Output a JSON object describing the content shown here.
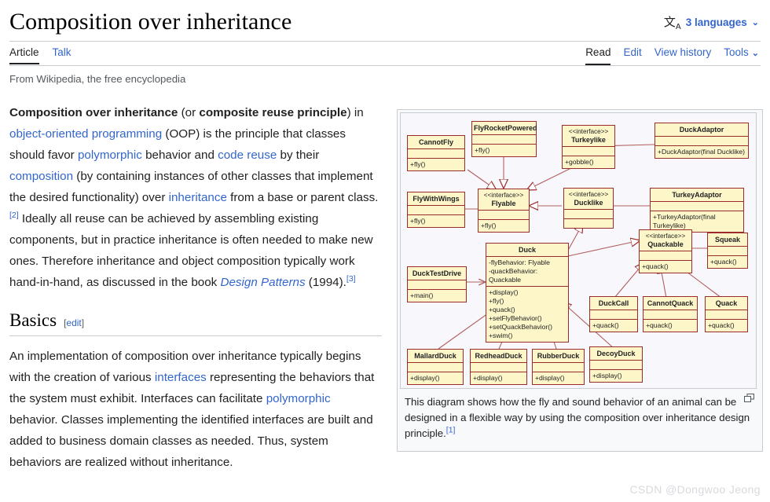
{
  "header": {
    "title": "Composition over inheritance",
    "language_icon": "language-icon",
    "language_label": "3 languages",
    "caret": "⌄",
    "tabs_left": [
      {
        "label": "Article",
        "selected": true
      },
      {
        "label": "Talk",
        "selected": false
      }
    ],
    "tabs_right": [
      {
        "label": "Read",
        "selected": true
      },
      {
        "label": "Edit",
        "selected": false
      },
      {
        "label": "View history",
        "selected": false
      },
      {
        "label": "Tools",
        "selected": false
      }
    ],
    "site_info": "From Wikipedia, the free encyclopedia"
  },
  "article": {
    "lead": {
      "t1": "Composition over inheritance",
      "t2": " (or ",
      "t3": "composite reuse principle",
      "t4": ") in ",
      "l1": "object-oriented programming",
      "t5": " (OOP) is the principle that classes should favor ",
      "l2": "polymorphic",
      "t6": " behavior and ",
      "l3": "code reuse",
      "t7": " by their ",
      "l4": "composition",
      "t8": " (by containing instances of other classes that implement the desired functionality) over ",
      "l5": "inheritance",
      "t9": " from a base or parent class.",
      "ref2": "[2]",
      "t10": " Ideally all reuse can be achieved by assembling existing components, but in practice inheritance is often needed to make new ones. Therefore inheritance and object composition typically work hand-in-hand, as discussed in the book ",
      "l6": "Design Patterns",
      "t11": " (1994).",
      "ref3": "[3]"
    },
    "section": {
      "heading": "Basics",
      "edit_open": "[",
      "edit_label": "edit",
      "edit_close": "]"
    },
    "basics": {
      "t1": "An implementation of composition over inheritance typically begins with the creation of various ",
      "l1": "interfaces",
      "t2": " representing the behaviors that the system must exhibit. Interfaces can facilitate ",
      "l2": "polymorphic",
      "t3": " behavior. Classes implementing the identified interfaces are built and added to business domain classes as needed. Thus, system behaviors are realized without inheritance."
    }
  },
  "figure": {
    "caption_t1": "This diagram shows how the fly and sound behavior of an animal can be designed in a flexible way by using the composition over inheritance design principle.",
    "caption_ref": "[1]",
    "enlarge_icon": "enlarge-icon",
    "colors": {
      "class_fill": "#fcf6c9",
      "class_border": "#9c2b2b",
      "diagram_bg": "#f8f8fc",
      "link_color": "#b25f5f"
    },
    "uml": {
      "type": "class-diagram",
      "classes": [
        {
          "id": "CannotFly",
          "name": "CannotFly",
          "stereotype": "",
          "attrs": [],
          "methods": [
            "+fly()"
          ]
        },
        {
          "id": "FlyRocketPowered",
          "name": "FlyRocketPowered",
          "stereotype": "",
          "attrs": [],
          "methods": [
            "+fly()"
          ]
        },
        {
          "id": "Turkeylike",
          "name": "Turkeylike",
          "stereotype": "<<interface>>",
          "attrs": [],
          "methods": [
            "+gobble()"
          ]
        },
        {
          "id": "DuckAdaptor",
          "name": "DuckAdaptor",
          "stereotype": "",
          "attrs": [],
          "methods": [
            "+DuckAdaptor(final Ducklike)"
          ]
        },
        {
          "id": "FlyWithWings",
          "name": "FlyWithWings",
          "stereotype": "",
          "attrs": [],
          "methods": [
            "+fly()"
          ]
        },
        {
          "id": "Flyable",
          "name": "Flyable",
          "stereotype": "<<interface>>",
          "attrs": [],
          "methods": [
            "+fly()"
          ]
        },
        {
          "id": "Ducklike",
          "name": "Ducklike",
          "stereotype": "<<interface>>",
          "attrs": [],
          "methods": []
        },
        {
          "id": "TurkeyAdaptor",
          "name": "TurkeyAdaptor",
          "stereotype": "",
          "attrs": [],
          "methods": [
            "+TurkeyAdaptor(final Turkeylike)"
          ]
        },
        {
          "id": "Quackable",
          "name": "Quackable",
          "stereotype": "<<interface>>",
          "attrs": [],
          "methods": [
            "+quack()"
          ]
        },
        {
          "id": "Squeak",
          "name": "Squeak",
          "stereotype": "",
          "attrs": [],
          "methods": [
            "+quack()"
          ]
        },
        {
          "id": "DuckTestDrive",
          "name": "DuckTestDrive",
          "stereotype": "",
          "attrs": [],
          "methods": [
            "+main()"
          ]
        },
        {
          "id": "Duck",
          "name": "Duck",
          "stereotype": "",
          "attrs": [
            "-flyBehavior: Flyable",
            "-quackBehavior: Quackable"
          ],
          "methods": [
            "+display()",
            "+fly()",
            "+quack()",
            "+setFlyBehavior()",
            "+setQuackBehavior()",
            "+swim()"
          ]
        },
        {
          "id": "DuckCall",
          "name": "DuckCall",
          "stereotype": "",
          "attrs": [],
          "methods": [
            "+quack()"
          ]
        },
        {
          "id": "CannotQuack",
          "name": "CannotQuack",
          "stereotype": "",
          "attrs": [],
          "methods": [
            "+quack()"
          ]
        },
        {
          "id": "Quack",
          "name": "Quack",
          "stereotype": "",
          "attrs": [],
          "methods": [
            "+quack()"
          ]
        },
        {
          "id": "MallardDuck",
          "name": "MallardDuck",
          "stereotype": "",
          "attrs": [],
          "methods": [
            "+display()"
          ]
        },
        {
          "id": "RedheadDuck",
          "name": "RedheadDuck",
          "stereotype": "",
          "attrs": [],
          "methods": [
            "+display()"
          ]
        },
        {
          "id": "RubberDuck",
          "name": "RubberDuck",
          "stereotype": "",
          "attrs": [],
          "methods": [
            "+display()"
          ]
        },
        {
          "id": "DecoyDuck",
          "name": "DecoyDuck",
          "stereotype": "",
          "attrs": [],
          "methods": [
            "+display()"
          ]
        }
      ],
      "relations": [
        {
          "from": "CannotFly",
          "to": "Flyable",
          "kind": "realization"
        },
        {
          "from": "FlyRocketPowered",
          "to": "Flyable",
          "kind": "realization"
        },
        {
          "from": "FlyWithWings",
          "to": "Flyable",
          "kind": "realization"
        },
        {
          "from": "Duck",
          "to": "Flyable",
          "kind": "realization"
        },
        {
          "from": "DuckAdaptor",
          "to": "Turkeylike",
          "kind": "realization"
        },
        {
          "from": "TurkeyAdaptor",
          "to": "Ducklike",
          "kind": "realization"
        },
        {
          "from": "Duck",
          "to": "Ducklike",
          "kind": "realization"
        },
        {
          "from": "Squeak",
          "to": "Quackable",
          "kind": "realization"
        },
        {
          "from": "DuckCall",
          "to": "Quackable",
          "kind": "realization"
        },
        {
          "from": "CannotQuack",
          "to": "Quackable",
          "kind": "realization"
        },
        {
          "from": "Quack",
          "to": "Quackable",
          "kind": "realization"
        },
        {
          "from": "Duck",
          "to": "Quackable",
          "kind": "realization"
        },
        {
          "from": "MallardDuck",
          "to": "Duck",
          "kind": "generalization"
        },
        {
          "from": "RedheadDuck",
          "to": "Duck",
          "kind": "generalization"
        },
        {
          "from": "RubberDuck",
          "to": "Duck",
          "kind": "generalization"
        },
        {
          "from": "DecoyDuck",
          "to": "Duck",
          "kind": "generalization"
        },
        {
          "from": "DuckTestDrive",
          "to": "Duck",
          "kind": "association"
        }
      ]
    }
  },
  "watermark": "CSDN @Dongwoo Jeong"
}
